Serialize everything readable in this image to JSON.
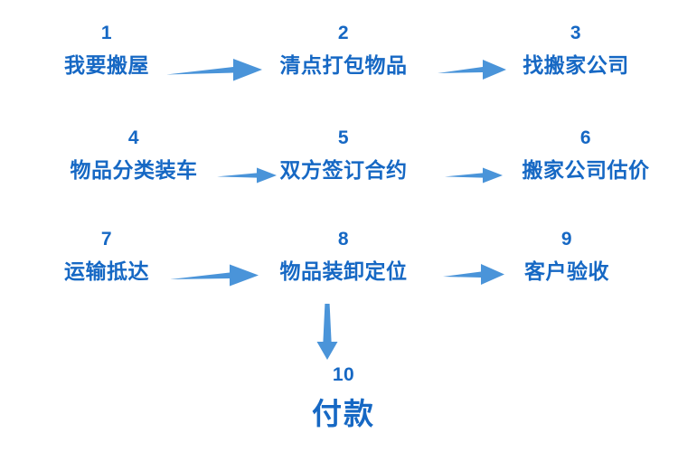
{
  "diagram": {
    "title_text": "",
    "colors": {
      "text_blue": "#1668c4",
      "arrow_blue": "#4a94d9",
      "background": "#ffffff"
    },
    "steps": [
      {
        "number": "1",
        "label": "我要搬屋"
      },
      {
        "number": "2",
        "label": "清点打包物品"
      },
      {
        "number": "3",
        "label": "找搬家公司"
      },
      {
        "number": "4",
        "label": "物品分类装车"
      },
      {
        "number": "5",
        "label": "双方签订合约"
      },
      {
        "number": "6",
        "label": "搬家公司估价"
      },
      {
        "number": "7",
        "label": "运输抵达"
      },
      {
        "number": "8",
        "label": "物品装卸定位"
      },
      {
        "number": "9",
        "label": "客户验收"
      },
      {
        "number": "10",
        "label": "付款"
      }
    ],
    "connectors": [
      {
        "name": "arrow-1-to-2",
        "direction": "right"
      },
      {
        "name": "arrow-2-to-3",
        "direction": "right"
      },
      {
        "name": "arrow-4-to-5",
        "direction": "right"
      },
      {
        "name": "arrow-5-to-6",
        "direction": "right"
      },
      {
        "name": "arrow-7-to-8",
        "direction": "right"
      },
      {
        "name": "arrow-8-to-9",
        "direction": "right"
      },
      {
        "name": "arrow-8-to-10",
        "direction": "down"
      }
    ]
  }
}
